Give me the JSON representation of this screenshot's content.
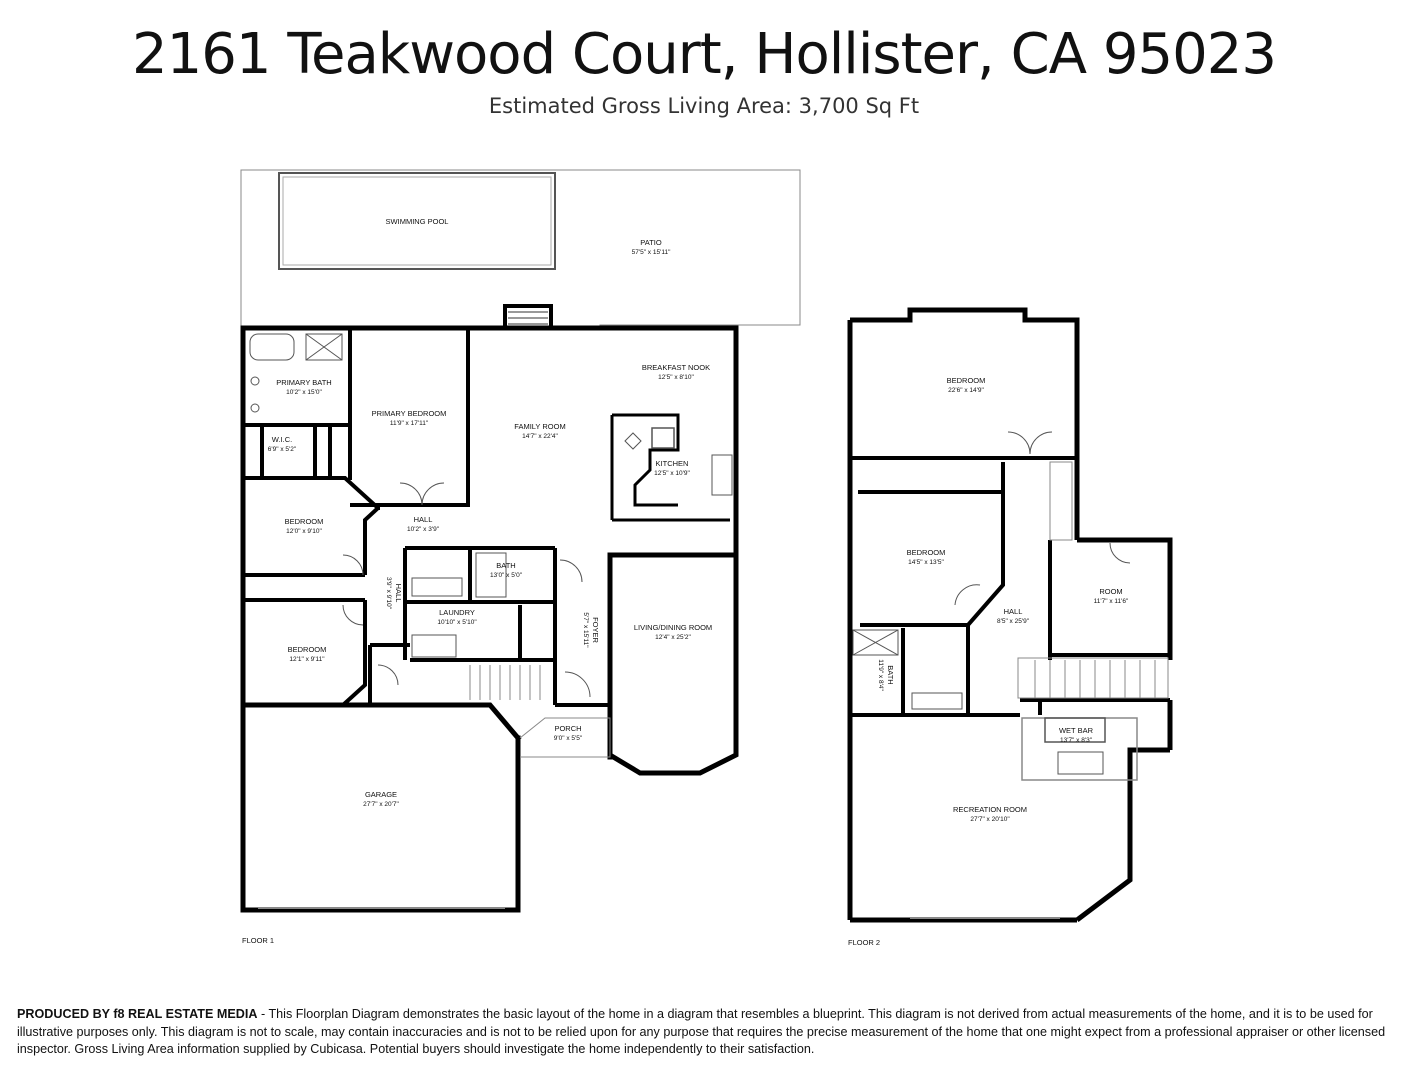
{
  "header": {
    "title": "2161 Teakwood Court, Hollister, CA 95023",
    "subtitle": "Estimated Gross Living Area: 3,700 Sq Ft"
  },
  "floor1": {
    "label": "FLOOR 1",
    "rooms": {
      "pool": {
        "name": "SWIMMING POOL",
        "dims": ""
      },
      "patio": {
        "name": "PATIO",
        "dims": "57'5\" x 15'11\""
      },
      "primary_bath": {
        "name": "PRIMARY BATH",
        "dims": "10'2\" x 15'0\""
      },
      "primary_bedroom": {
        "name": "PRIMARY BEDROOM",
        "dims": "11'9\" x 17'11\""
      },
      "wic": {
        "name": "W.I.C.",
        "dims": "6'9\" x 5'2\""
      },
      "family_room": {
        "name": "FAMILY ROOM",
        "dims": "14'7\" x 22'4\""
      },
      "breakfast_nook": {
        "name": "BREAKFAST NOOK",
        "dims": "12'5\" x 8'10\""
      },
      "kitchen": {
        "name": "KITCHEN",
        "dims": "12'5\" x 10'9\""
      },
      "bedroom_a": {
        "name": "BEDROOM",
        "dims": "12'0\" x 9'10\""
      },
      "hall_a": {
        "name": "HALL",
        "dims": "10'2\" x 3'9\""
      },
      "bath": {
        "name": "BATH",
        "dims": "13'0\" x 5'0\""
      },
      "hall_b": {
        "name": "HALL",
        "dims": "3'9\" x 9'10\""
      },
      "laundry": {
        "name": "LAUNDRY",
        "dims": "10'10\" x 5'10\""
      },
      "foyer": {
        "name": "FOYER",
        "dims": "5'7\" x 15'11\""
      },
      "living_dining": {
        "name": "LIVING/DINING ROOM",
        "dims": "12'4\" x 25'2\""
      },
      "bedroom_b": {
        "name": "BEDROOM",
        "dims": "12'1\" x 9'11\""
      },
      "porch": {
        "name": "PORCH",
        "dims": "9'0\" x 5'5\""
      },
      "garage": {
        "name": "GARAGE",
        "dims": "27'7\" x 20'7\""
      }
    }
  },
  "floor2": {
    "label": "FLOOR 2",
    "rooms": {
      "bedroom_top": {
        "name": "BEDROOM",
        "dims": "22'6\" x 14'9\""
      },
      "bedroom_mid": {
        "name": "BEDROOM",
        "dims": "14'5\" x 13'5\""
      },
      "room": {
        "name": "ROOM",
        "dims": "11'7\" x 11'6\""
      },
      "hall": {
        "name": "HALL",
        "dims": "8'5\" x 25'9\""
      },
      "bath": {
        "name": "BATH",
        "dims": "11'9\" x 8'4\""
      },
      "wet_bar": {
        "name": "WET BAR",
        "dims": "13'7\" x 8'3\""
      },
      "recreation_room": {
        "name": "RECREATION ROOM",
        "dims": "27'7\" x 20'10\""
      }
    }
  },
  "footer": {
    "producer": "PRODUCED BY f8 REAL ESTATE MEDIA",
    "disclaimer": " - This Floorplan Diagram demonstrates the basic layout of the home in a diagram that resembles a blueprint. This diagram is not derived from actual measurements of the home, and it is to be used for illustrative purposes only. This diagram is not to scale, may contain inaccuracies and is not to be relied upon for any purpose that requires the precise measurement of the home that one might expect from a professional appraiser or other licensed inspector. Gross Living Area information supplied by Cubicasa. Potential buyers should investigate the home independently to their satisfaction."
  }
}
